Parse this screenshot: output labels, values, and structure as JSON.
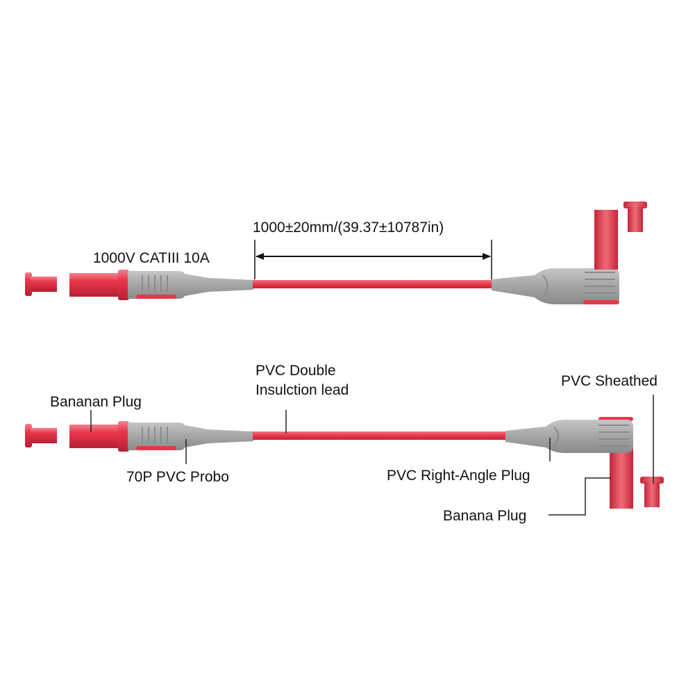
{
  "colors": {
    "red": "#e8364a",
    "red_dark": "#b81f33",
    "red_light": "#f06a78",
    "grey": "#a5a5a5",
    "grey_dark": "#7c7c7c",
    "grey_light": "#c6c6c6",
    "text": "#111111",
    "leader_line": "#222222"
  },
  "top_assembly": {
    "rating_label": "1000V CATIII 10A",
    "length_label": "1000±20mm/(39.37±10787in)"
  },
  "bottom_assembly": {
    "labels": {
      "banana_plug_left": "Bananan Plug",
      "probe": "70P PVC Probo",
      "lead_line1": "PVC Double",
      "lead_line2": "Insulction lead",
      "sheathed": "PVC Sheathed",
      "right_angle_plug": "PVC Right-Angle Plug",
      "banana_plug_right": "Banana Plug"
    }
  }
}
